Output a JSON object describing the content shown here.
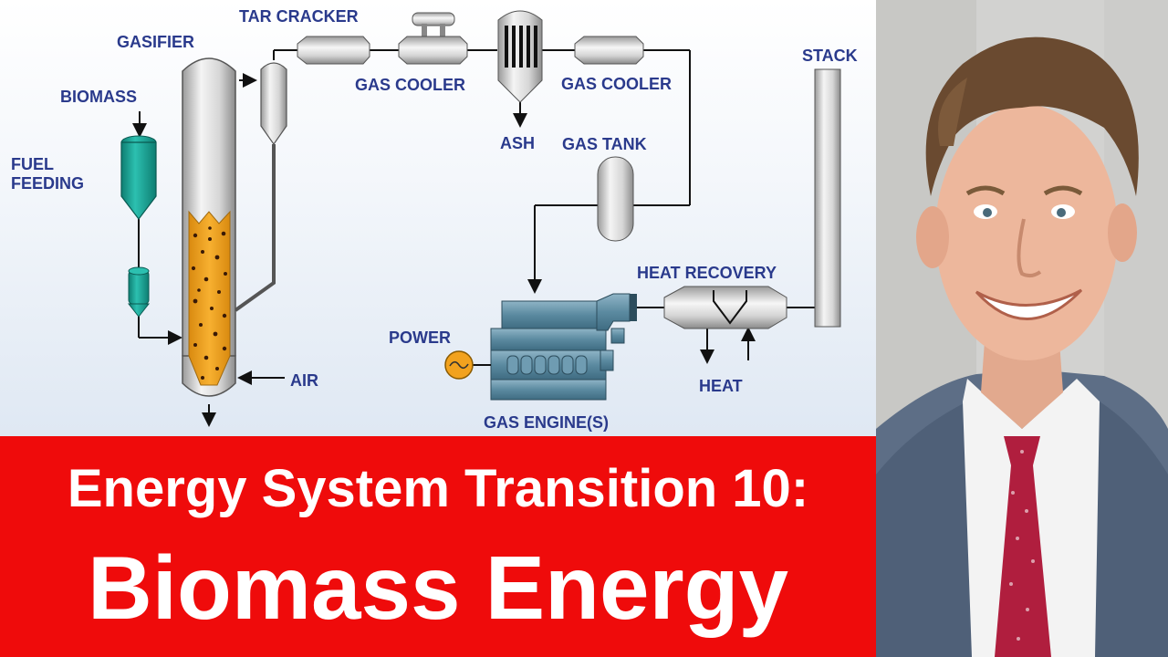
{
  "diagram": {
    "labels": {
      "gasifier": "GASIFIER",
      "tar_cracker": "TAR CRACKER",
      "biomass": "BIOMASS",
      "fuel": "FUEL",
      "feeding": "FEEDING",
      "gas_cooler_1": "GAS COOLER",
      "gas_cooler_2": "GAS COOLER",
      "ash": "ASH",
      "gas_tank": "GAS TANK",
      "stack": "STACK",
      "heat_recovery": "HEAT RECOVERY",
      "power": "POWER",
      "air": "AIR",
      "heat": "HEAT",
      "gas_engines": "GAS ENGINE(S)"
    },
    "colors": {
      "label": "#2a3a8c",
      "biomass_bed": "#f0a020",
      "feed_hopper": "#1aa394",
      "engine": "#5b8aa0",
      "power": "#f2a21e"
    }
  },
  "banner": {
    "line1": "Energy System Transition 10:",
    "line2": "Biomass Energy",
    "color": "#ef0b0b"
  }
}
